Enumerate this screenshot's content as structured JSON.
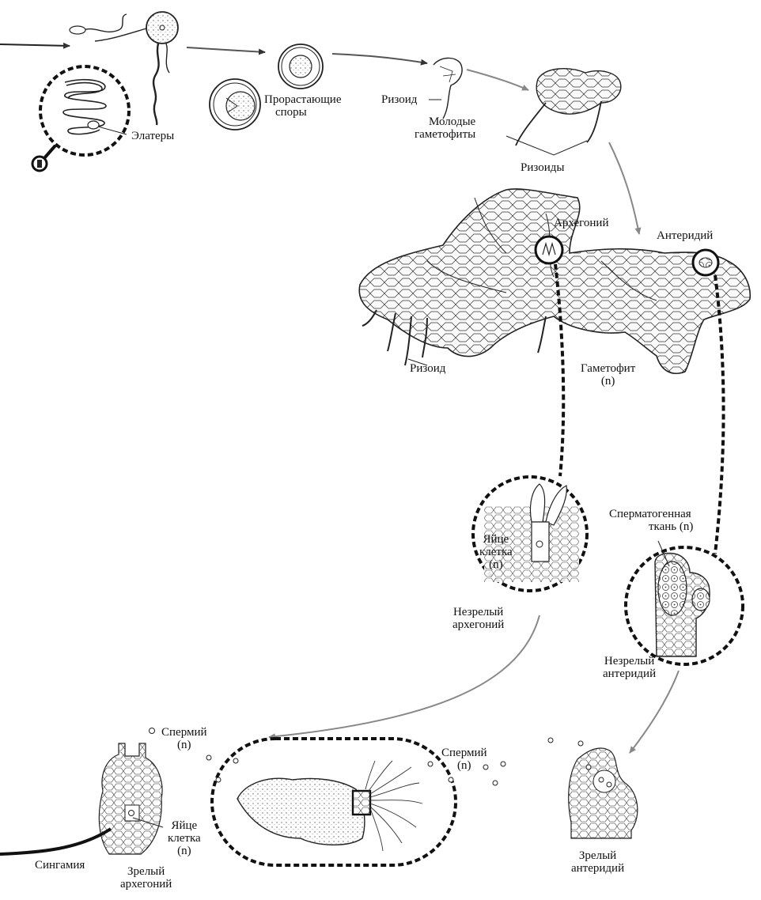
{
  "labels": {
    "elaters": "Элатеры",
    "germinating_spores": [
      "Прорастающие",
      "споры"
    ],
    "rhizoid_small": "Ризоид",
    "young_gametophytes": [
      "Молодые",
      "гаметофиты"
    ],
    "rhizoids": "Ризоиды",
    "archegonium": "Архегоний",
    "antheridium": "Антеридий",
    "rhizoid_large": "Ризоид",
    "gametophyte": [
      "Гаметофит",
      "(n)"
    ],
    "spermatogenous_tissue": [
      "Сперматогенная",
      "ткань (n)"
    ],
    "egg_cell_top": [
      "Яйце",
      "клетка",
      "(n)"
    ],
    "immature_archegonium": [
      "Незрелый",
      "архегоний"
    ],
    "immature_antheridium": [
      "Незрелый",
      "антеридий"
    ],
    "sperm_left": [
      "Спермий",
      "(n)"
    ],
    "sperm_right": [
      "Спермий",
      "(n)"
    ],
    "egg_cell_bottom": [
      "Яйце",
      "клетка",
      "(n)"
    ],
    "syngamy": "Сингамия",
    "mature_archegonium": [
      "Зрелый",
      "архегоний"
    ],
    "mature_antheridium": [
      "Зрелый",
      "антеридий"
    ]
  },
  "colors": {
    "ink": "#111111",
    "arrow_gray": "#888888",
    "paper": "#ffffff",
    "cell_fill": "#f4f4f4",
    "stipple": "#cfcfcf"
  }
}
